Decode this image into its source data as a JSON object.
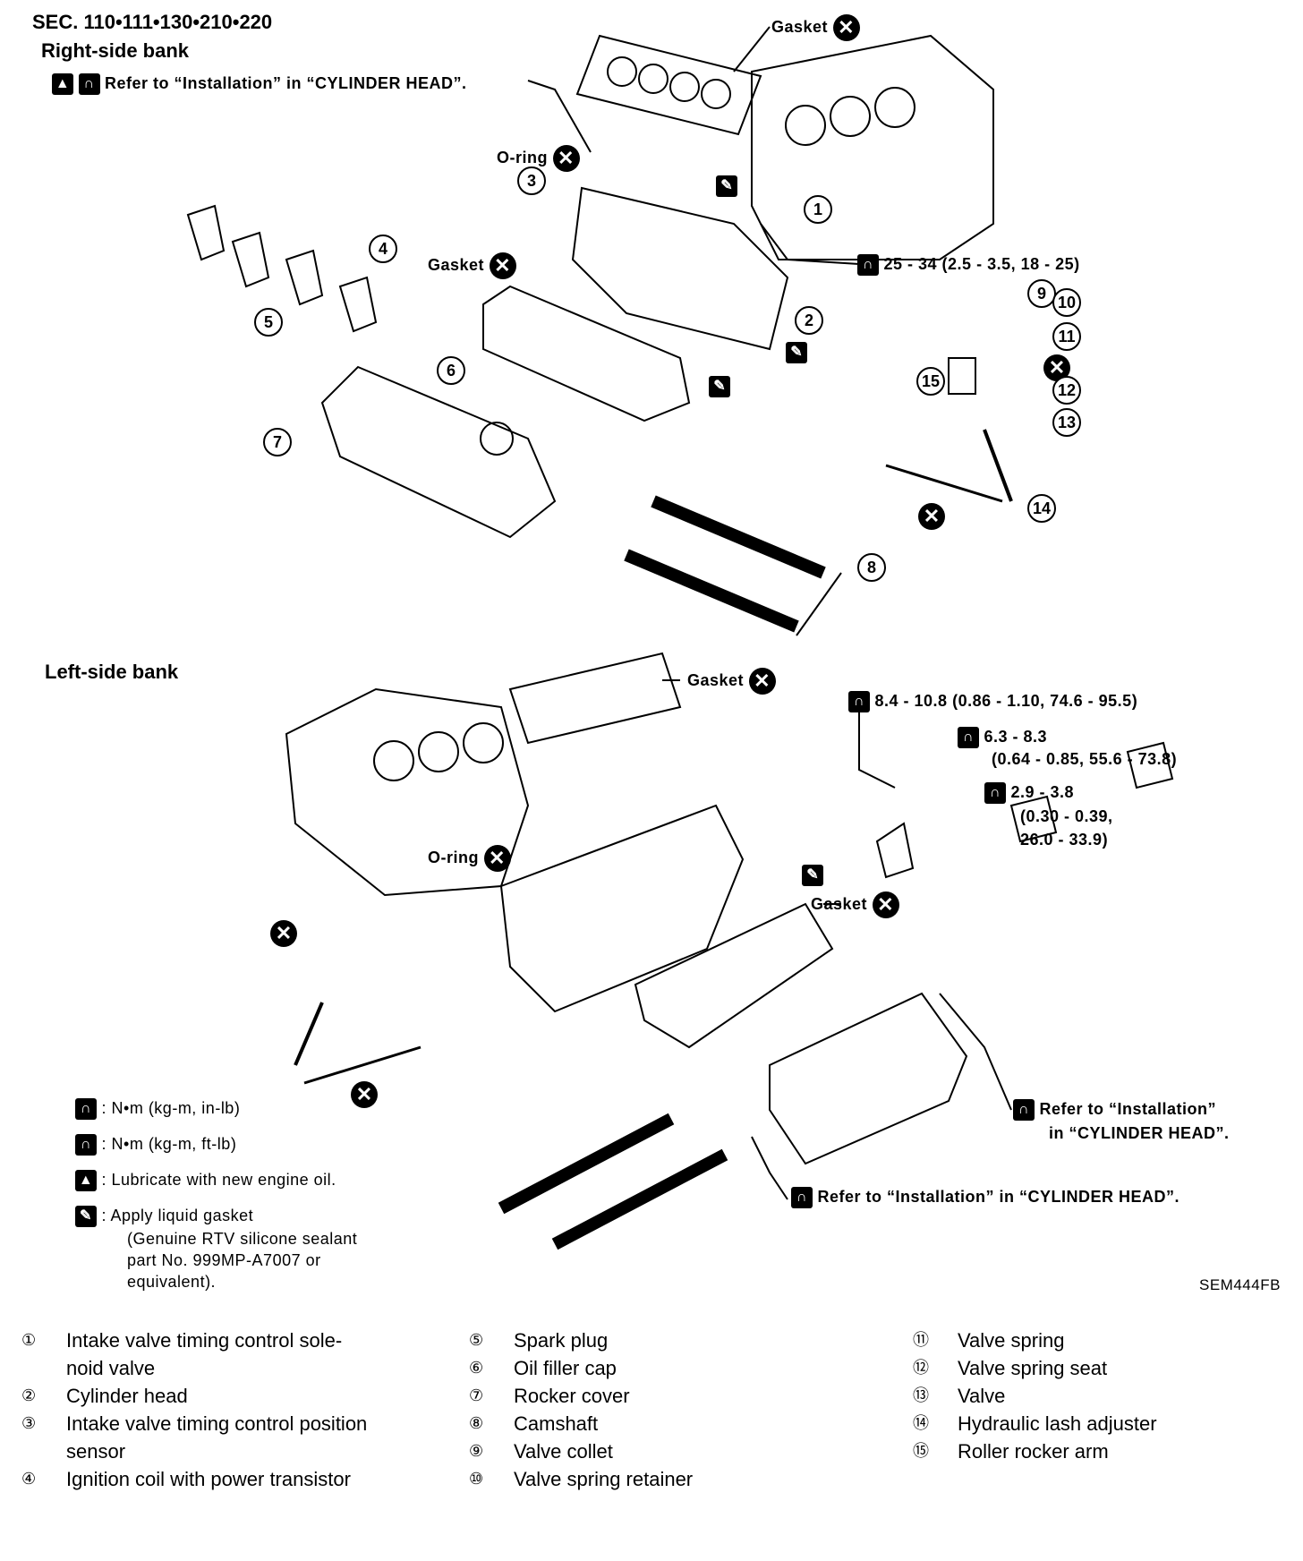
{
  "header": {
    "sec": "SEC. 110•111•130•210•220",
    "right_bank": "Right-side bank",
    "left_bank": "Left-side bank",
    "refer_install_top": "Refer to “Installation” in “CYLINDER HEAD”."
  },
  "labels": {
    "gasket": "Gasket",
    "oring": "O-ring",
    "torque_right_1": "25 - 34 (2.5 - 3.5, 18 - 25)",
    "torque_left_1": "8.4 - 10.8 (0.86 - 1.10, 74.6 - 95.5)",
    "torque_left_2a": "6.3 - 8.3",
    "torque_left_2b": "(0.64 - 0.85, 55.6 - 73.8)",
    "torque_left_3a": "2.9 - 3.8",
    "torque_left_3b": "(0.30 - 0.39,",
    "torque_left_3c": "26.0 - 33.9)",
    "refer_right_a": "Refer to “Installation”",
    "refer_right_b": "in “CYLINDER HEAD”.",
    "refer_bottom": "Refer to “Installation” in “CYLINDER HEAD”.",
    "code": "SEM444FB"
  },
  "legend": [
    {
      "icon": "torque-inlb-icon",
      "text": ": N•m (kg-m, in-lb)"
    },
    {
      "icon": "torque-ftlb-icon",
      "text": ": N•m (kg-m, ft-lb)"
    },
    {
      "icon": "oil-can-icon",
      "text": ": Lubricate with new engine oil."
    },
    {
      "icon": "liquid-gasket-icon",
      "text": ": Apply liquid gasket"
    }
  ],
  "legend_gasket_detail": [
    "(Genuine RTV silicone sealant",
    "part No. 999MP-A7007 or",
    "equivalent)."
  ],
  "callouts": [
    "1",
    "2",
    "3",
    "4",
    "5",
    "6",
    "7",
    "8",
    "9",
    "10",
    "11",
    "12",
    "13",
    "14",
    "15"
  ],
  "parts": {
    "col1": [
      {
        "n": "①",
        "text": "Intake valve timing control sole-"
      },
      {
        "n": "",
        "text": "noid valve"
      },
      {
        "n": "②",
        "text": "Cylinder head"
      },
      {
        "n": "③",
        "text": "Intake valve timing control position"
      },
      {
        "n": "",
        "text": "sensor"
      },
      {
        "n": "④",
        "text": "Ignition coil with power transistor"
      }
    ],
    "col2": [
      {
        "n": "⑤",
        "text": "Spark plug"
      },
      {
        "n": "⑥",
        "text": "Oil filler cap"
      },
      {
        "n": "⑦",
        "text": "Rocker cover"
      },
      {
        "n": "⑧",
        "text": "Camshaft"
      },
      {
        "n": "⑨",
        "text": "Valve collet"
      },
      {
        "n": "⑩",
        "text": "Valve spring retainer"
      }
    ],
    "col3": [
      {
        "n": "⑪",
        "text": "Valve spring"
      },
      {
        "n": "⑫",
        "text": "Valve spring seat"
      },
      {
        "n": "⑬",
        "text": "Valve"
      },
      {
        "n": "⑭",
        "text": "Hydraulic lash adjuster"
      },
      {
        "n": "⑮",
        "text": "Roller rocker arm"
      }
    ]
  }
}
